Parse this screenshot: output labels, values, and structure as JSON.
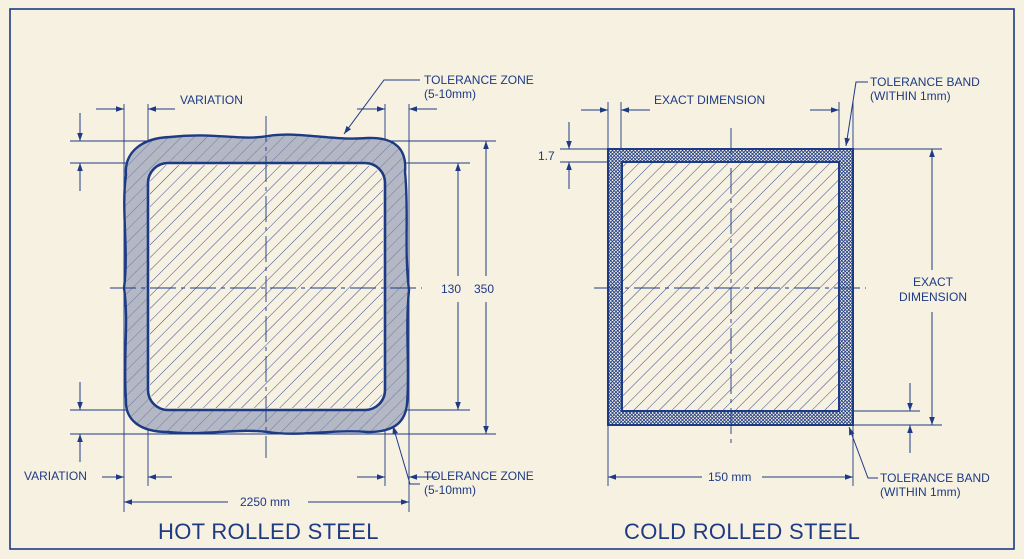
{
  "colors": {
    "ink": "#1d3a84",
    "paper": "#f7f1e1",
    "tolerance_fill": "#b4b8c4"
  },
  "hot": {
    "title": "HOT ROLLED STEEL",
    "variation_top": "VARIATION",
    "variation_bottom": "VARIATION",
    "tolerance_top": [
      "TOLERANCE ZONE",
      "(5-10mm)"
    ],
    "tolerance_bottom": [
      "TOLERANCE ZONE",
      "(5-10mm)"
    ],
    "dim_inner": "130",
    "dim_outer": "350",
    "dim_width": "2250 mm"
  },
  "cold": {
    "title": "COLD ROLLED STEEL",
    "exact_top": "EXACT DIMENSION",
    "exact_side": [
      "EXACT",
      "DIMENSION"
    ],
    "band_top": [
      "TOLERANCE BAND",
      "(WITHIN 1mm)"
    ],
    "band_bottom": [
      "TOLERANCE BAND",
      "(WITHIN 1mm)"
    ],
    "dim_thickness": "1.7",
    "dim_width": "150 mm"
  }
}
